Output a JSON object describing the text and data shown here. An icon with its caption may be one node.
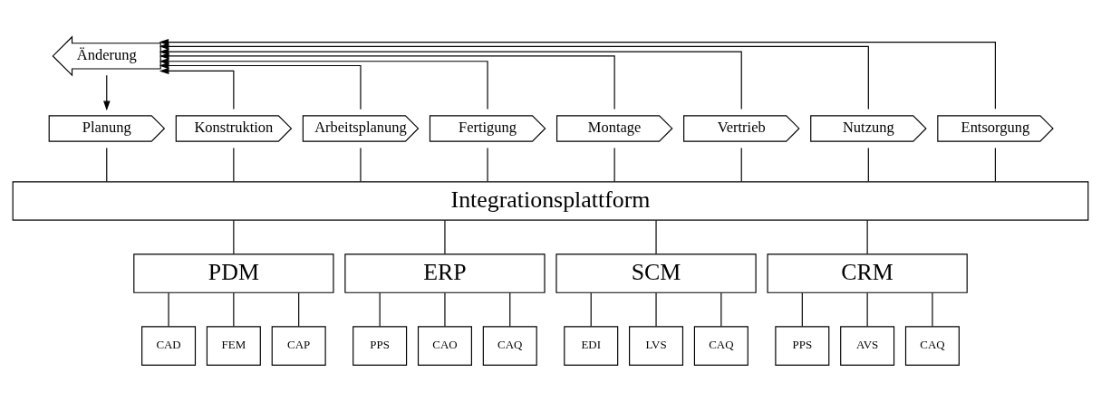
{
  "diagram": {
    "nodes": [
      {
        "text": [
          "Änderung"
        ]
      },
      {
        "text": [
          "Planung"
        ]
      },
      {
        "text": [
          "Konstruktion"
        ]
      },
      {
        "text": [
          "Arbeitsplanung"
        ]
      },
      {
        "text": [
          "Fertigung"
        ]
      },
      {
        "text": [
          "Montage"
        ]
      },
      {
        "text": [
          "Vertrieb"
        ]
      },
      {
        "text": [
          "Nutzung"
        ]
      },
      {
        "text": [
          "Entsorgung"
        ]
      },
      {
        "text": [
          "Integrationsplattform"
        ]
      },
      {
        "text": [
          "PDM"
        ]
      },
      {
        "text": [
          "CAD"
        ]
      },
      {
        "text": [
          "FEM"
        ]
      },
      {
        "text": [
          "CAP"
        ]
      },
      {
        "text": [
          "ERP"
        ]
      },
      {
        "text": [
          "PPS"
        ]
      },
      {
        "text": [
          "CAO"
        ]
      },
      {
        "text": [
          "CAQ"
        ]
      },
      {
        "text": [
          "SCM"
        ]
      },
      {
        "text": [
          "EDI"
        ]
      },
      {
        "text": [
          "LVS"
        ]
      },
      {
        "text": [
          "CAQ"
        ]
      },
      {
        "text": [
          "CRM"
        ]
      },
      {
        "text": [
          "PPS"
        ]
      },
      {
        "text": [
          "AVS"
        ]
      },
      {
        "text": [
          "CAQ"
        ]
      }
    ],
    "edges": [
      {
        "from": 0,
        "to": 1,
        "arrow": "to"
      },
      {
        "from": 2,
        "to": 0,
        "arrow": "to"
      },
      {
        "from": 3,
        "to": 0,
        "arrow": "to"
      },
      {
        "from": 4,
        "to": 0,
        "arrow": "to"
      },
      {
        "from": 5,
        "to": 0,
        "arrow": "to"
      },
      {
        "from": 6,
        "to": 0,
        "arrow": "to"
      },
      {
        "from": 7,
        "to": 0,
        "arrow": "to"
      },
      {
        "from": 8,
        "to": 0,
        "arrow": "to"
      },
      {
        "from": 1,
        "to": 9,
        "arrow": "none"
      },
      {
        "from": 2,
        "to": 9,
        "arrow": "none"
      },
      {
        "from": 3,
        "to": 9,
        "arrow": "none"
      },
      {
        "from": 4,
        "to": 9,
        "arrow": "none"
      },
      {
        "from": 5,
        "to": 9,
        "arrow": "none"
      },
      {
        "from": 6,
        "to": 9,
        "arrow": "none"
      },
      {
        "from": 7,
        "to": 9,
        "arrow": "none"
      },
      {
        "from": 8,
        "to": 9,
        "arrow": "none"
      },
      {
        "from": 9,
        "to": 10,
        "arrow": "none"
      },
      {
        "from": 9,
        "to": 14,
        "arrow": "none"
      },
      {
        "from": 9,
        "to": 18,
        "arrow": "none"
      },
      {
        "from": 9,
        "to": 22,
        "arrow": "none"
      },
      {
        "from": 10,
        "to": 11,
        "arrow": "none"
      },
      {
        "from": 10,
        "to": 12,
        "arrow": "none"
      },
      {
        "from": 10,
        "to": 13,
        "arrow": "none"
      },
      {
        "from": 14,
        "to": 15,
        "arrow": "none"
      },
      {
        "from": 14,
        "to": 16,
        "arrow": "none"
      },
      {
        "from": 14,
        "to": 17,
        "arrow": "none"
      },
      {
        "from": 18,
        "to": 19,
        "arrow": "none"
      },
      {
        "from": 18,
        "to": 20,
        "arrow": "none"
      },
      {
        "from": 18,
        "to": 21,
        "arrow": "none"
      },
      {
        "from": 22,
        "to": 23,
        "arrow": "none"
      },
      {
        "from": 22,
        "to": 24,
        "arrow": "none"
      },
      {
        "from": 22,
        "to": 25,
        "arrow": "none"
      }
    ]
  }
}
